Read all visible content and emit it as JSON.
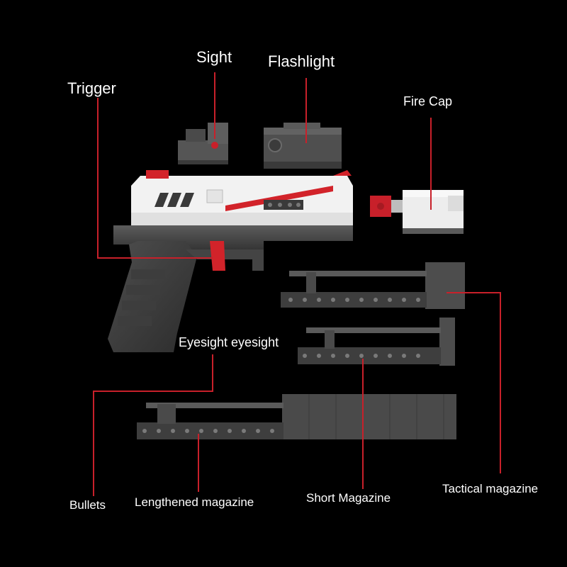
{
  "labels": {
    "sight": "Sight",
    "flashlight": "Flashlight",
    "trigger": "Trigger",
    "fire_cap": "Fire Cap",
    "eyesight": "Eyesight eyesight",
    "bullets": "Bullets",
    "lengthened_magazine": "Lengthened magazine",
    "short_magazine": "Short Magazine",
    "tactical_magazine": "Tactical magazine"
  },
  "colors": {
    "background": "#000000",
    "leader_line": "#c8202a",
    "slide_white": "#f2f2f2",
    "part_gray": "#4a4a4a",
    "accent_red": "#d2232a"
  }
}
